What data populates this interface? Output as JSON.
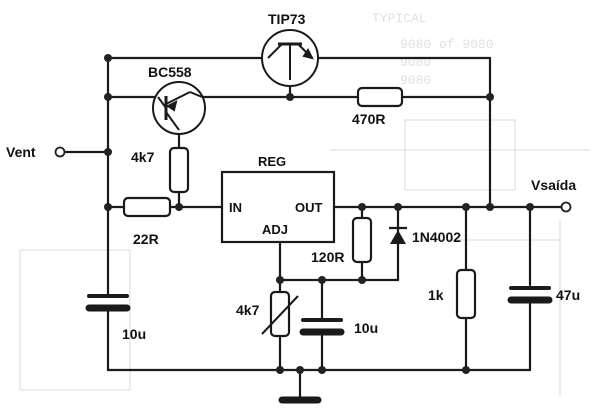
{
  "diagram": {
    "transistors": {
      "power": "TIP73",
      "driver": "BC558"
    },
    "regulator": {
      "name": "REG",
      "pin_in": "IN",
      "pin_out": "OUT",
      "pin_adj": "ADJ"
    },
    "terminals": {
      "input": "Vent",
      "output": "Vsaída"
    },
    "components": {
      "r_base": "4k7",
      "r_series": "22R",
      "r_emitter": "470R",
      "r_adj": "120R",
      "pot": "4k7",
      "r_load": "1k",
      "c_in": "10u",
      "c_adj": "10u",
      "c_out": "47u",
      "diode": "1N4002"
    },
    "background_text": {
      "typical": "TYPICAL",
      "line1": "9080 of 9080",
      "line2": "9080",
      "line3": "9080"
    }
  }
}
